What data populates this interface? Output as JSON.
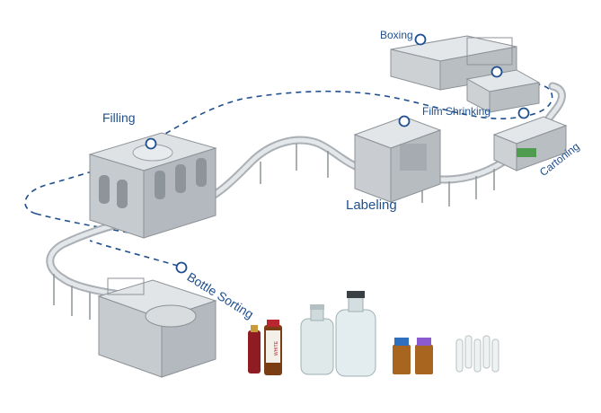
{
  "labels": {
    "filling": "Filling",
    "labeling": "Labeling",
    "boxing": "Boxing",
    "film_shrinking": "Film Shrinking",
    "cartoning": "Cartoning",
    "bottle_sorting": "Bottle Sorting"
  },
  "bottle_texts": {
    "brown_small": "WHITE"
  },
  "colors": {
    "path": "#1f4f8f",
    "label": "#1f4f8f",
    "machine": "#c9cdd1",
    "machine_dark": "#9aa0a6",
    "conveyor": "#d7dbde",
    "glass": "#dfe9ea",
    "amber": "#a8651f",
    "cap_blue": "#2f6fc0",
    "cap_purple": "#8b5ad0",
    "red_cap": "#b3262e"
  }
}
